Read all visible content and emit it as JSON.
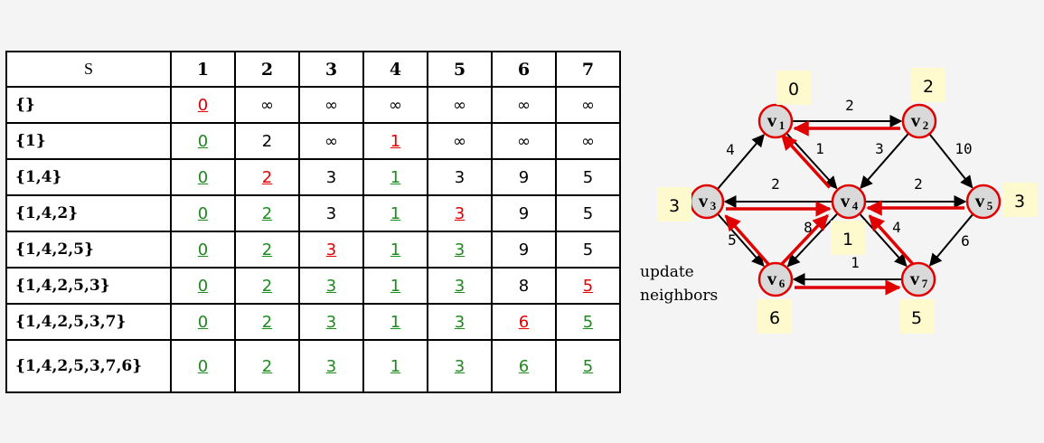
{
  "table": {
    "set_header": "S",
    "columns": [
      "1",
      "2",
      "3",
      "4",
      "5",
      "6",
      "7"
    ],
    "rows": [
      {
        "set": "{}",
        "cells": [
          {
            "v": "0",
            "c": "red"
          },
          {
            "v": "∞",
            "c": "plain"
          },
          {
            "v": "∞",
            "c": "plain"
          },
          {
            "v": "∞",
            "c": "plain"
          },
          {
            "v": "∞",
            "c": "plain"
          },
          {
            "v": "∞",
            "c": "plain"
          },
          {
            "v": "∞",
            "c": "plain"
          }
        ]
      },
      {
        "set": "{1}",
        "cells": [
          {
            "v": "0",
            "c": "green"
          },
          {
            "v": "2",
            "c": "plain"
          },
          {
            "v": "∞",
            "c": "plain"
          },
          {
            "v": "1",
            "c": "red"
          },
          {
            "v": "∞",
            "c": "plain"
          },
          {
            "v": "∞",
            "c": "plain"
          },
          {
            "v": "∞",
            "c": "plain"
          }
        ]
      },
      {
        "set": "{1,4}",
        "cells": [
          {
            "v": "0",
            "c": "green"
          },
          {
            "v": "2",
            "c": "red"
          },
          {
            "v": "3",
            "c": "plain"
          },
          {
            "v": "1",
            "c": "green"
          },
          {
            "v": "3",
            "c": "plain"
          },
          {
            "v": "9",
            "c": "plain"
          },
          {
            "v": "5",
            "c": "plain"
          }
        ]
      },
      {
        "set": "{1,4,2}",
        "cells": [
          {
            "v": "0",
            "c": "green"
          },
          {
            "v": "2",
            "c": "green"
          },
          {
            "v": "3",
            "c": "plain"
          },
          {
            "v": "1",
            "c": "green"
          },
          {
            "v": "3",
            "c": "red"
          },
          {
            "v": "9",
            "c": "plain"
          },
          {
            "v": "5",
            "c": "plain"
          }
        ]
      },
      {
        "set": "{1,4,2,5}",
        "cells": [
          {
            "v": "0",
            "c": "green"
          },
          {
            "v": "2",
            "c": "green"
          },
          {
            "v": "3",
            "c": "red"
          },
          {
            "v": "1",
            "c": "green"
          },
          {
            "v": "3",
            "c": "green"
          },
          {
            "v": "9",
            "c": "plain"
          },
          {
            "v": "5",
            "c": "plain"
          }
        ]
      },
      {
        "set": "{1,4,2,5,3}",
        "cells": [
          {
            "v": "0",
            "c": "green"
          },
          {
            "v": "2",
            "c": "green"
          },
          {
            "v": "3",
            "c": "green"
          },
          {
            "v": "1",
            "c": "green"
          },
          {
            "v": "3",
            "c": "green"
          },
          {
            "v": "8",
            "c": "plain"
          },
          {
            "v": "5",
            "c": "red"
          }
        ]
      },
      {
        "set": "{1,4,2,5,3,7}",
        "cells": [
          {
            "v": "0",
            "c": "green"
          },
          {
            "v": "2",
            "c": "green"
          },
          {
            "v": "3",
            "c": "green"
          },
          {
            "v": "1",
            "c": "green"
          },
          {
            "v": "3",
            "c": "green"
          },
          {
            "v": "6",
            "c": "red"
          },
          {
            "v": "5",
            "c": "green"
          }
        ]
      },
      {
        "set": "{1,4,2,5,3,7,6}",
        "cells": [
          {
            "v": "0",
            "c": "green"
          },
          {
            "v": "2",
            "c": "green"
          },
          {
            "v": "3",
            "c": "green"
          },
          {
            "v": "1",
            "c": "green"
          },
          {
            "v": "3",
            "c": "green"
          },
          {
            "v": "6",
            "c": "green"
          },
          {
            "v": "5",
            "c": "green"
          }
        ]
      }
    ]
  },
  "colors": {
    "red": "#e00000",
    "green": "#1e8a1e",
    "node_fill": "#d9d9d9",
    "dist_box": "#fffacd"
  },
  "graph": {
    "nodes": [
      {
        "id": "v1",
        "letter": "v",
        "sub": "1",
        "distance": "0"
      },
      {
        "id": "v2",
        "letter": "v",
        "sub": "2",
        "distance": "2"
      },
      {
        "id": "v3",
        "letter": "v",
        "sub": "3",
        "distance": "3"
      },
      {
        "id": "v4",
        "letter": "v",
        "sub": "4",
        "distance": "1"
      },
      {
        "id": "v5",
        "letter": "v",
        "sub": "5",
        "distance": "3"
      },
      {
        "id": "v6",
        "letter": "v",
        "sub": "6",
        "distance": "6"
      },
      {
        "id": "v7",
        "letter": "v",
        "sub": "7",
        "distance": "5"
      }
    ],
    "edges": [
      {
        "from": "v1",
        "to": "v2",
        "weight": "2"
      },
      {
        "from": "v1",
        "to": "v4",
        "weight": "1"
      },
      {
        "from": "v2",
        "to": "v4",
        "weight": "3"
      },
      {
        "from": "v2",
        "to": "v5",
        "weight": "10"
      },
      {
        "from": "v3",
        "to": "v1",
        "weight": "4"
      },
      {
        "from": "v3",
        "to": "v6",
        "weight": "5"
      },
      {
        "from": "v4",
        "to": "v3",
        "weight": "2"
      },
      {
        "from": "v4",
        "to": "v5",
        "weight": "2"
      },
      {
        "from": "v4",
        "to": "v6",
        "weight": "8"
      },
      {
        "from": "v4",
        "to": "v7",
        "weight": "4"
      },
      {
        "from": "v5",
        "to": "v7",
        "weight": "6"
      },
      {
        "from": "v7",
        "to": "v6",
        "weight": "1"
      }
    ],
    "caption_line1": "update",
    "caption_line2": "neighbors"
  }
}
